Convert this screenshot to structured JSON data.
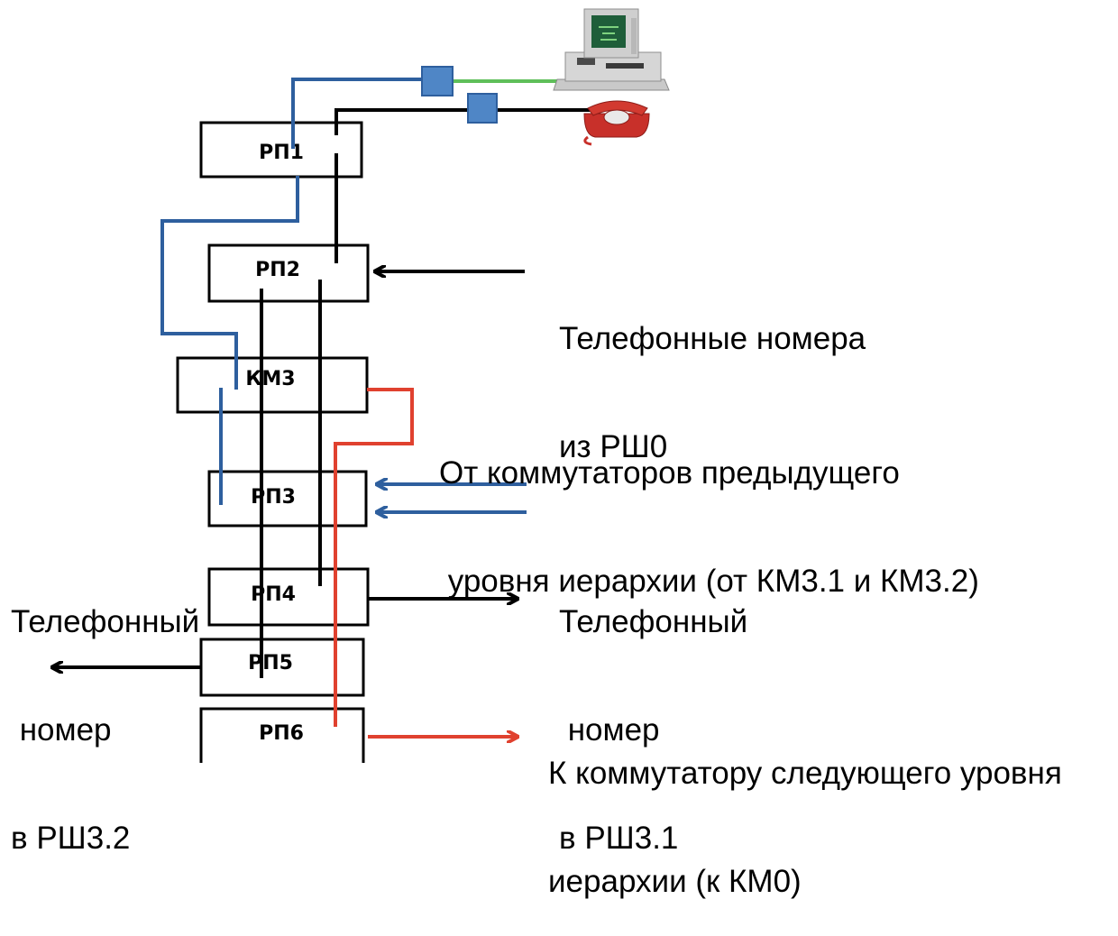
{
  "boxes": [
    {
      "id": "rp1",
      "label": "РП1"
    },
    {
      "id": "rp2",
      "label": "РП2"
    },
    {
      "id": "km3",
      "label": "КМ3"
    },
    {
      "id": "rp3",
      "label": "РП3"
    },
    {
      "id": "rp4",
      "label": "РП4"
    },
    {
      "id": "rp5",
      "label": "РП5"
    },
    {
      "id": "rp6",
      "label": "РП6"
    }
  ],
  "notes": {
    "phone_numbers_in": [
      "Телефонные номера",
      "из РШ0"
    ],
    "from_switches": [
      "От коммутаторов предыдущего",
      " уровня иерархии (от КМ3.1 и КМ3.2)"
    ],
    "phone_out_rsh31": [
      "Телефонный",
      " номер",
      "в РШ3.1"
    ],
    "phone_out_rsh32": [
      "Телефонный",
      " номер",
      "в РШ3.2"
    ],
    "to_next_switch": [
      "К коммутатору следующего уровня",
      "иерархии (к КМ0)"
    ]
  },
  "colors": {
    "blue_line": "#2e5f9e",
    "black_line": "#000000",
    "red_line": "#e0412f",
    "green_line": "#5fbf5a",
    "connector": "#4f86c6"
  },
  "icons": [
    "computer-icon",
    "telephone-icon"
  ]
}
